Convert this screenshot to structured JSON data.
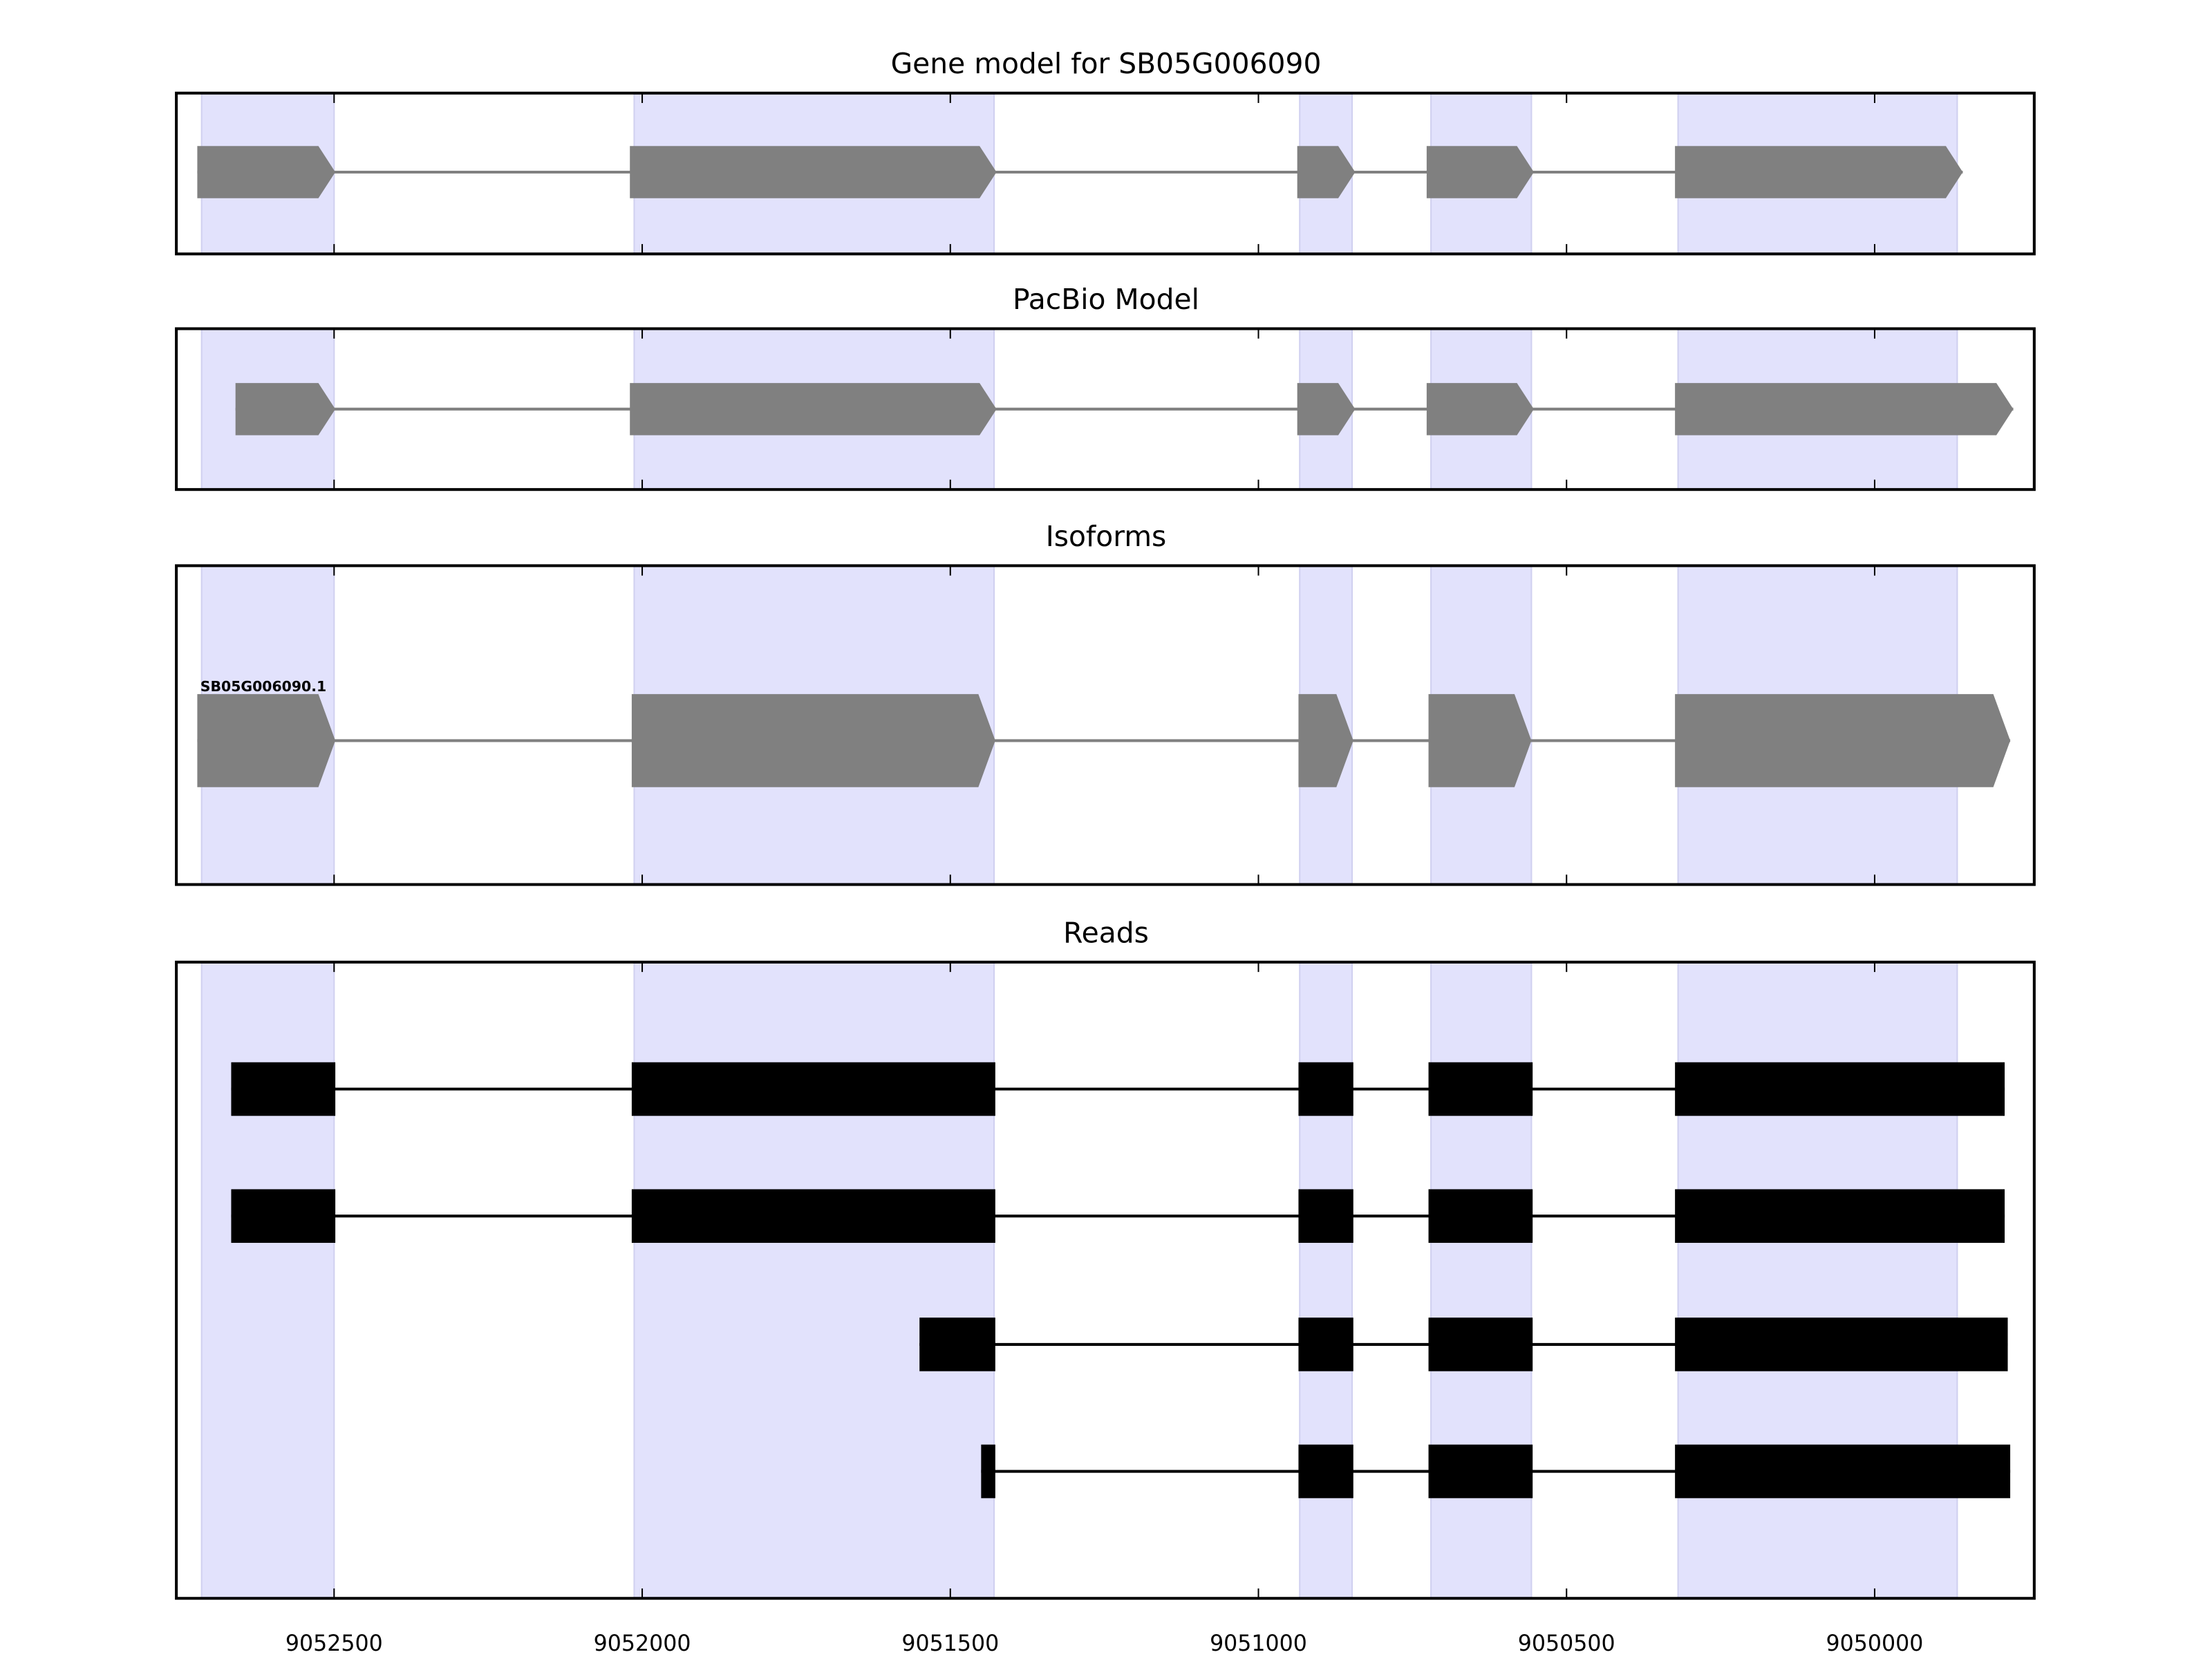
{
  "chart_data": {
    "type": "gene-track",
    "xlim": [
      9052756,
      9049741
    ],
    "x_reversed": true,
    "xticks": [
      9052500,
      9052000,
      9051500,
      9051000,
      9050500,
      9050000
    ],
    "xtick_labels": [
      "9052500",
      "9052000",
      "9051500",
      "9051000",
      "9050500",
      "9050000"
    ],
    "shaded_regions": [
      [
        9052715,
        9052500
      ],
      [
        9052013,
        9051429
      ],
      [
        9050933,
        9050848
      ],
      [
        9050720,
        9050557
      ],
      [
        9050319,
        9049866
      ]
    ],
    "shade_color": "#e2e2fc",
    "panels": [
      {
        "title": "Gene model for SB05G006090",
        "style": "arrow",
        "color": "#808080",
        "tracks": [
          {
            "label": "",
            "exons": [
              [
                9052722,
                9052498
              ],
              [
                9052020,
                9051425
              ],
              [
                9050937,
                9050843
              ],
              [
                9050727,
                9050553
              ],
              [
                9050324,
                9049857
              ]
            ]
          }
        ]
      },
      {
        "title": "PacBio Model",
        "style": "arrow",
        "color": "#808080",
        "tracks": [
          {
            "label": "",
            "exons": [
              [
                9052660,
                9052498
              ],
              [
                9052020,
                9051425
              ],
              [
                9050937,
                9050843
              ],
              [
                9050727,
                9050553
              ],
              [
                9050324,
                9049775
              ]
            ]
          }
        ]
      },
      {
        "title": "Isoforms",
        "style": "arrow",
        "color": "#808080",
        "tracks": [
          {
            "label": "SB05G006090.1",
            "exons": [
              [
                9052722,
                9052498
              ],
              [
                9052017,
                9051427
              ],
              [
                9050935,
                9050846
              ],
              [
                9050724,
                9050557
              ],
              [
                9050324,
                9049780
              ]
            ]
          }
        ]
      },
      {
        "title": "Reads",
        "style": "box",
        "color": "#000000",
        "tracks": [
          {
            "label": "",
            "exons": [
              [
                9052667,
                9052498
              ],
              [
                9052017,
                9051427
              ],
              [
                9050935,
                9050846
              ],
              [
                9050724,
                9050555
              ],
              [
                9050324,
                9049789
              ]
            ]
          },
          {
            "label": "",
            "exons": [
              [
                9052667,
                9052498
              ],
              [
                9052017,
                9051427
              ],
              [
                9050935,
                9050846
              ],
              [
                9050724,
                9050555
              ],
              [
                9050324,
                9049789
              ]
            ]
          },
          {
            "label": "",
            "exons": [
              [
                9051550,
                9051427
              ],
              [
                9050935,
                9050846
              ],
              [
                9050724,
                9050555
              ],
              [
                9050324,
                9049784
              ]
            ]
          },
          {
            "label": "",
            "exons": [
              [
                9051450,
                9051427
              ],
              [
                9050935,
                9050846
              ],
              [
                9050724,
                9050555
              ],
              [
                9050324,
                9049780
              ]
            ]
          }
        ]
      }
    ]
  }
}
